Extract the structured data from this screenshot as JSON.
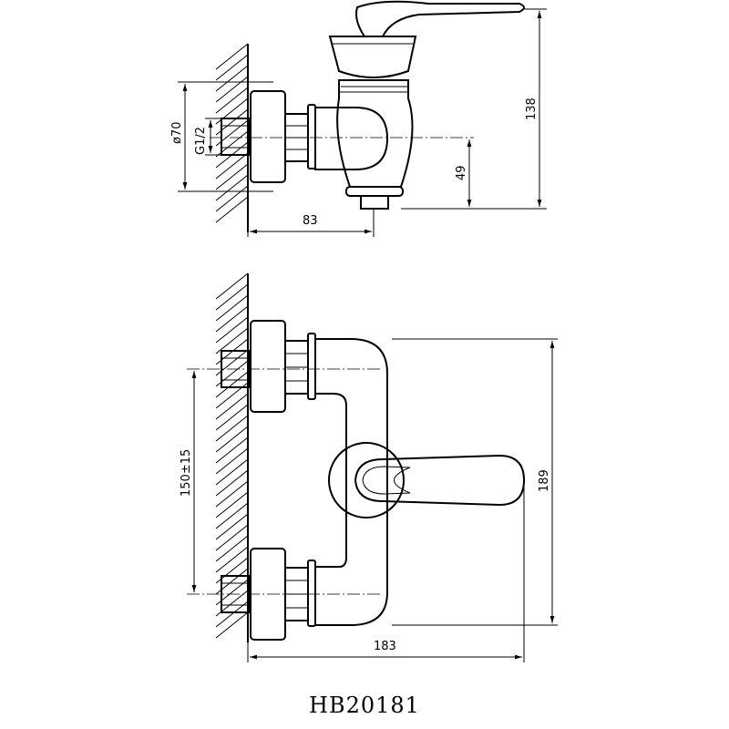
{
  "top_view": {
    "dim_diameter": "ø70",
    "dim_thread": "G1/2",
    "dim_depth": "83",
    "dim_height": "138",
    "dim_axis_height": "49"
  },
  "front_view": {
    "dim_spacing": "150±15",
    "dim_width": "183",
    "dim_height": "189"
  },
  "model": "HB20181"
}
